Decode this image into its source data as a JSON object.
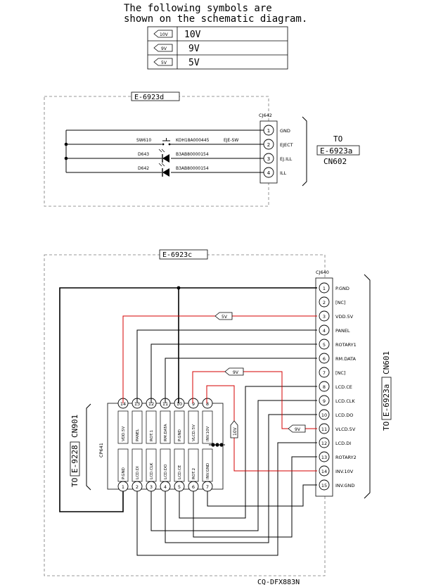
{
  "header": {
    "line1": "The following symbols are",
    "line2": "shown on the schematic diagram."
  },
  "legend": [
    {
      "tag": "10V",
      "value": "10V"
    },
    {
      "tag": "9V",
      "value": "9V"
    },
    {
      "tag": "5V",
      "value": "5V"
    }
  ],
  "board_d": {
    "title": "E-6923d",
    "connector": "CJ642",
    "pins": [
      {
        "num": "1",
        "label": "GND"
      },
      {
        "num": "2",
        "label": "EJECT"
      },
      {
        "num": "3",
        "label": "EJ.ILL"
      },
      {
        "num": "4",
        "label": "ILL"
      }
    ],
    "sw_ref": "SW610",
    "sw_part": "KOH18A000445",
    "sw_name": "EJE-SW",
    "led1_ref": "D643",
    "led1_part": "B3AB80000154",
    "led2_ref": "D642",
    "led2_part": "B3AB80000154",
    "to_label": "TO",
    "to_board": "E-6923a",
    "to_conn": "CN602"
  },
  "board_c": {
    "title": "E-6923c",
    "connector": "CJ640",
    "pins": [
      {
        "num": "1",
        "label": "P.GND"
      },
      {
        "num": "2",
        "label": "[NC]"
      },
      {
        "num": "3",
        "label": "VDD.5V"
      },
      {
        "num": "4",
        "label": "PANEL"
      },
      {
        "num": "5",
        "label": "ROTARY1"
      },
      {
        "num": "6",
        "label": "RM.DATA"
      },
      {
        "num": "7",
        "label": "[NC]"
      },
      {
        "num": "8",
        "label": "LCD.CE"
      },
      {
        "num": "9",
        "label": "LCD.CLK"
      },
      {
        "num": "10",
        "label": "LCD.DO"
      },
      {
        "num": "11",
        "label": "VLCD.5V"
      },
      {
        "num": "12",
        "label": "LCD.DI"
      },
      {
        "num": "13",
        "label": "ROTARY2"
      },
      {
        "num": "14",
        "label": "INV.10V"
      },
      {
        "num": "15",
        "label": "INV.GND"
      }
    ],
    "to_prefix": "TO",
    "to_board": "E-6923a",
    "to_conn": "CN601",
    "cp_ref": "CP641",
    "cp_top": [
      {
        "num": "14",
        "label": "VDD.5V"
      },
      {
        "num": "13",
        "label": "PANEL"
      },
      {
        "num": "12",
        "label": "ROT.1"
      },
      {
        "num": "11",
        "label": "RM.DATA"
      },
      {
        "num": "10",
        "label": "P.GND"
      },
      {
        "num": "9",
        "label": "VLCD.5V"
      },
      {
        "num": "8",
        "label": "INV.10V"
      }
    ],
    "cp_bottom": [
      {
        "num": "1",
        "label": "P.GND"
      },
      {
        "num": "2",
        "label": "LCD.DI"
      },
      {
        "num": "3",
        "label": "LCD.CLK"
      },
      {
        "num": "4",
        "label": "LCD.DO"
      },
      {
        "num": "5",
        "label": "LCD.CE"
      },
      {
        "num": "6",
        "label": "ROT.2"
      },
      {
        "num": "7",
        "label": "INV.GND"
      }
    ],
    "left_prefix": "TO",
    "left_board": "E-9228",
    "left_conn": "CN901",
    "tag_5v": "5V",
    "tag_9v_top": "9V",
    "tag_9v_right": "9V",
    "tag_10v": "10V"
  },
  "footer": {
    "model": "CQ-DFX883N"
  },
  "colors": {
    "line": "#000000",
    "power": "#d40000",
    "frame": "#777777"
  }
}
